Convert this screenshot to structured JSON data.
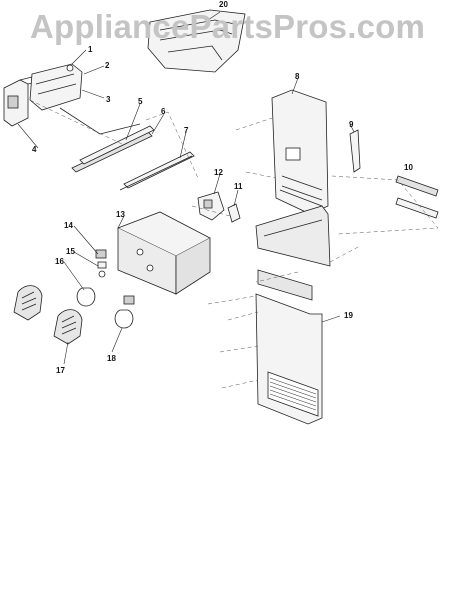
{
  "watermark": {
    "text": "AppliancePartsPros.com"
  },
  "callouts": [
    {
      "id": "1",
      "label": "1"
    },
    {
      "id": "2",
      "label": "2"
    },
    {
      "id": "3",
      "label": "3"
    },
    {
      "id": "4",
      "label": "4"
    },
    {
      "id": "5",
      "label": "5"
    },
    {
      "id": "6",
      "label": "6"
    },
    {
      "id": "7",
      "label": "7"
    },
    {
      "id": "8",
      "label": "8"
    },
    {
      "id": "9",
      "label": "9"
    },
    {
      "id": "10",
      "label": "10"
    },
    {
      "id": "11",
      "label": "11"
    },
    {
      "id": "12",
      "label": "12"
    },
    {
      "id": "13",
      "label": "13"
    },
    {
      "id": "14",
      "label": "14"
    },
    {
      "id": "15",
      "label": "15"
    },
    {
      "id": "16",
      "label": "16"
    },
    {
      "id": "17",
      "label": "17"
    },
    {
      "id": "18",
      "label": "18"
    },
    {
      "id": "19",
      "label": "19"
    },
    {
      "id": "20",
      "label": "20"
    }
  ],
  "colors": {
    "line": "#222222",
    "fill": "#f4f4f4",
    "shade": "#cfcfcf",
    "watermark": "#c4c4c4"
  }
}
